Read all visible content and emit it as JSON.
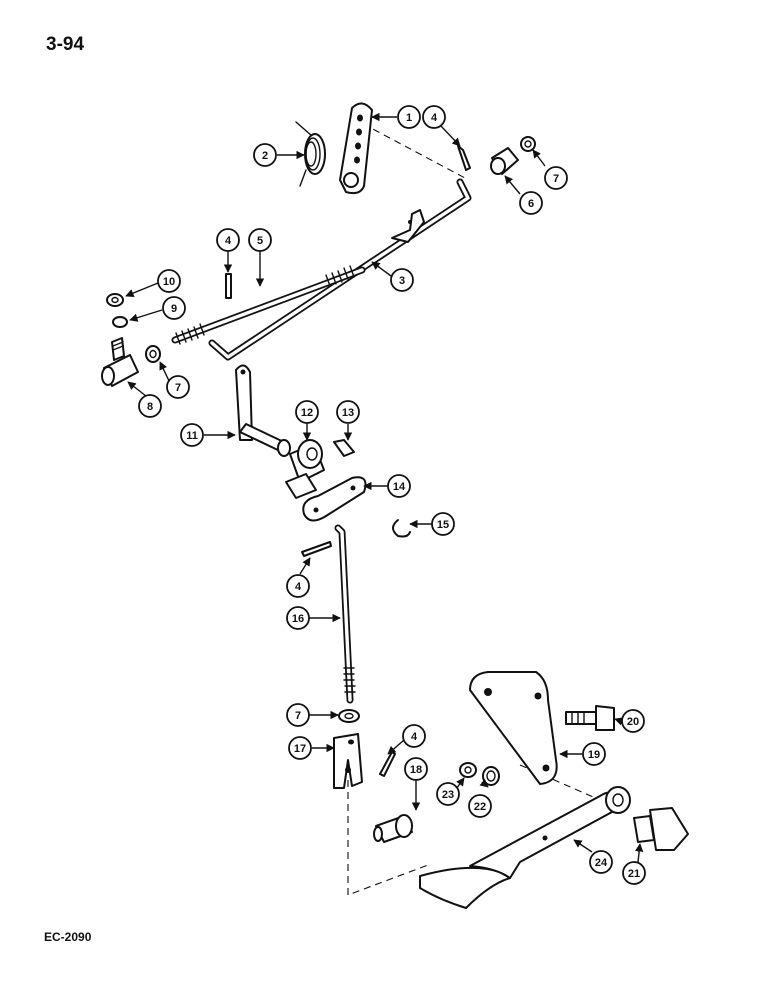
{
  "header": {
    "page_number": "3-94"
  },
  "footer": {
    "figure_code": "EC-2090"
  },
  "callouts": [
    {
      "label": "1"
    },
    {
      "label": "2"
    },
    {
      "label": "4"
    },
    {
      "label": "7"
    },
    {
      "label": "6"
    },
    {
      "label": "4"
    },
    {
      "label": "5"
    },
    {
      "label": "3"
    },
    {
      "label": "10"
    },
    {
      "label": "9"
    },
    {
      "label": "7"
    },
    {
      "label": "8"
    },
    {
      "label": "11"
    },
    {
      "label": "12"
    },
    {
      "label": "13"
    },
    {
      "label": "14"
    },
    {
      "label": "15"
    },
    {
      "label": "4"
    },
    {
      "label": "16"
    },
    {
      "label": "7"
    },
    {
      "label": "17"
    },
    {
      "label": "4"
    },
    {
      "label": "18"
    },
    {
      "label": "20"
    },
    {
      "label": "19"
    },
    {
      "label": "23"
    },
    {
      "label": "22"
    },
    {
      "label": "24"
    },
    {
      "label": "21"
    }
  ]
}
